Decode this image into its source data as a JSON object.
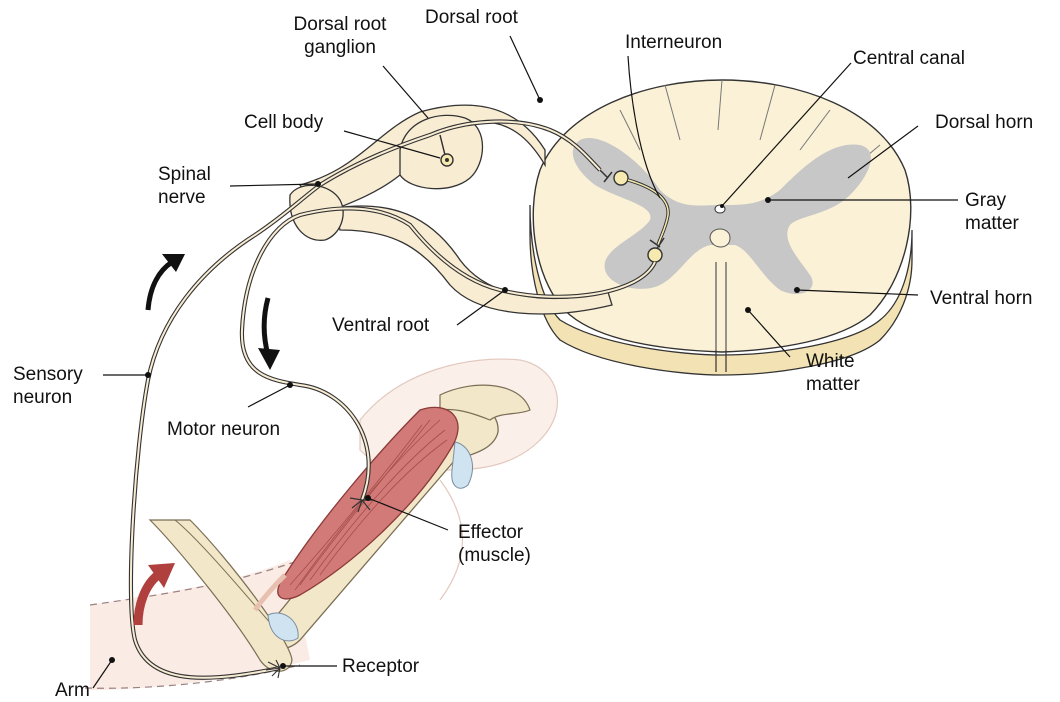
{
  "labels": {
    "dorsal_root_ganglion": [
      "Dorsal root",
      "ganglion"
    ],
    "dorsal_root": "Dorsal root",
    "interneuron": "Interneuron",
    "central_canal": "Central canal",
    "cell_body": "Cell body",
    "dorsal_horn": "Dorsal horn",
    "spinal_nerve": [
      "Spinal",
      "nerve"
    ],
    "gray_matter": [
      "Gray",
      "matter"
    ],
    "ventral_horn": "Ventral horn",
    "ventral_root": "Ventral root",
    "white_matter": [
      "White",
      "matter"
    ],
    "sensory_neuron": [
      "Sensory",
      "neuron"
    ],
    "motor_neuron": "Motor neuron",
    "effector": [
      "Effector",
      "(muscle)"
    ],
    "receptor": "Receptor",
    "arm": "Arm"
  },
  "colors": {
    "cord_fill": "#fbf1d6",
    "cord_side": "#f3e3b4",
    "gray_matter": "#c7c7c7",
    "nerve_fill": "#f8ecd3",
    "muscle": "#d27a78",
    "bone": "#f2e7c8",
    "skin": "#f8e4dc",
    "arrow_black": "#111111",
    "arrow_red": "#b0403e"
  }
}
